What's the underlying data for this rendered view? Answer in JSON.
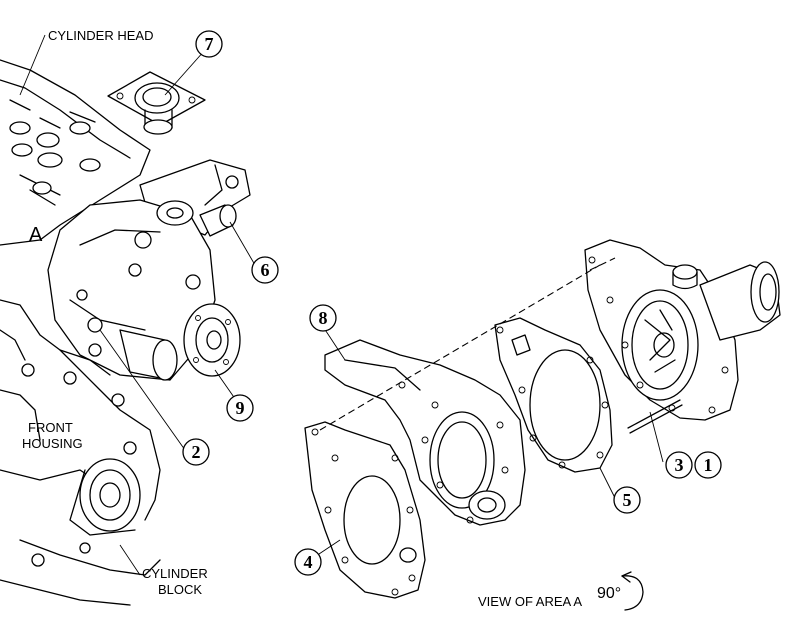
{
  "labels": {
    "cylinder_head": "CYLINDER HEAD",
    "area_a": "A",
    "front_housing_1": "FRONT",
    "front_housing_2": "HOUSING",
    "cylinder_block_1": "CYLINDER",
    "cylinder_block_2": "BLOCK",
    "view_of_area": "VIEW OF AREA A",
    "rotation": "90°"
  },
  "callouts": {
    "c1": "1",
    "c2": "2",
    "c3": "3",
    "c4": "4",
    "c5": "5",
    "c6": "6",
    "c7": "7",
    "c8": "8",
    "c9": "9"
  }
}
